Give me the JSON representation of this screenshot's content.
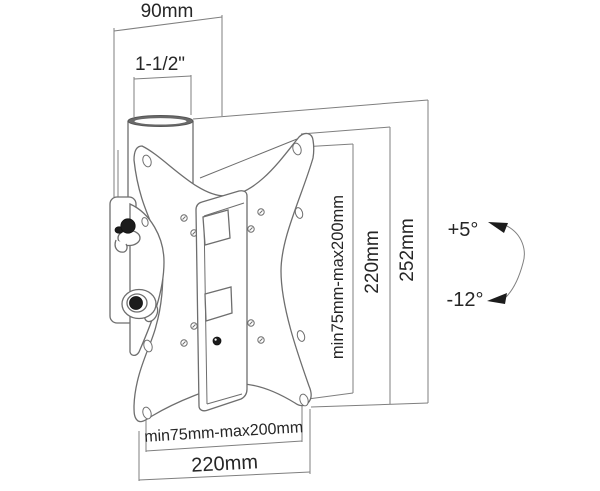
{
  "diagram": {
    "name": "tv-wall-mount-dimension-drawing",
    "labels": {
      "depth": "90mm",
      "pipe_diameter": "1-1/2\"",
      "vesa_vertical": "min75mm-max200mm",
      "plate_height": "220mm",
      "total_height": "252mm",
      "vesa_horizontal": "min75mm-max200mm",
      "plate_width": "220mm",
      "tilt_up": "+5°",
      "tilt_down": "-12°"
    },
    "colors": {
      "background": "#ffffff",
      "part_line": "#6e6e6e",
      "dimension_line": "#7f7f7f",
      "text": "#262626",
      "pipe_rim": "#6a6a6a",
      "knob": "#1c1c1c"
    }
  }
}
